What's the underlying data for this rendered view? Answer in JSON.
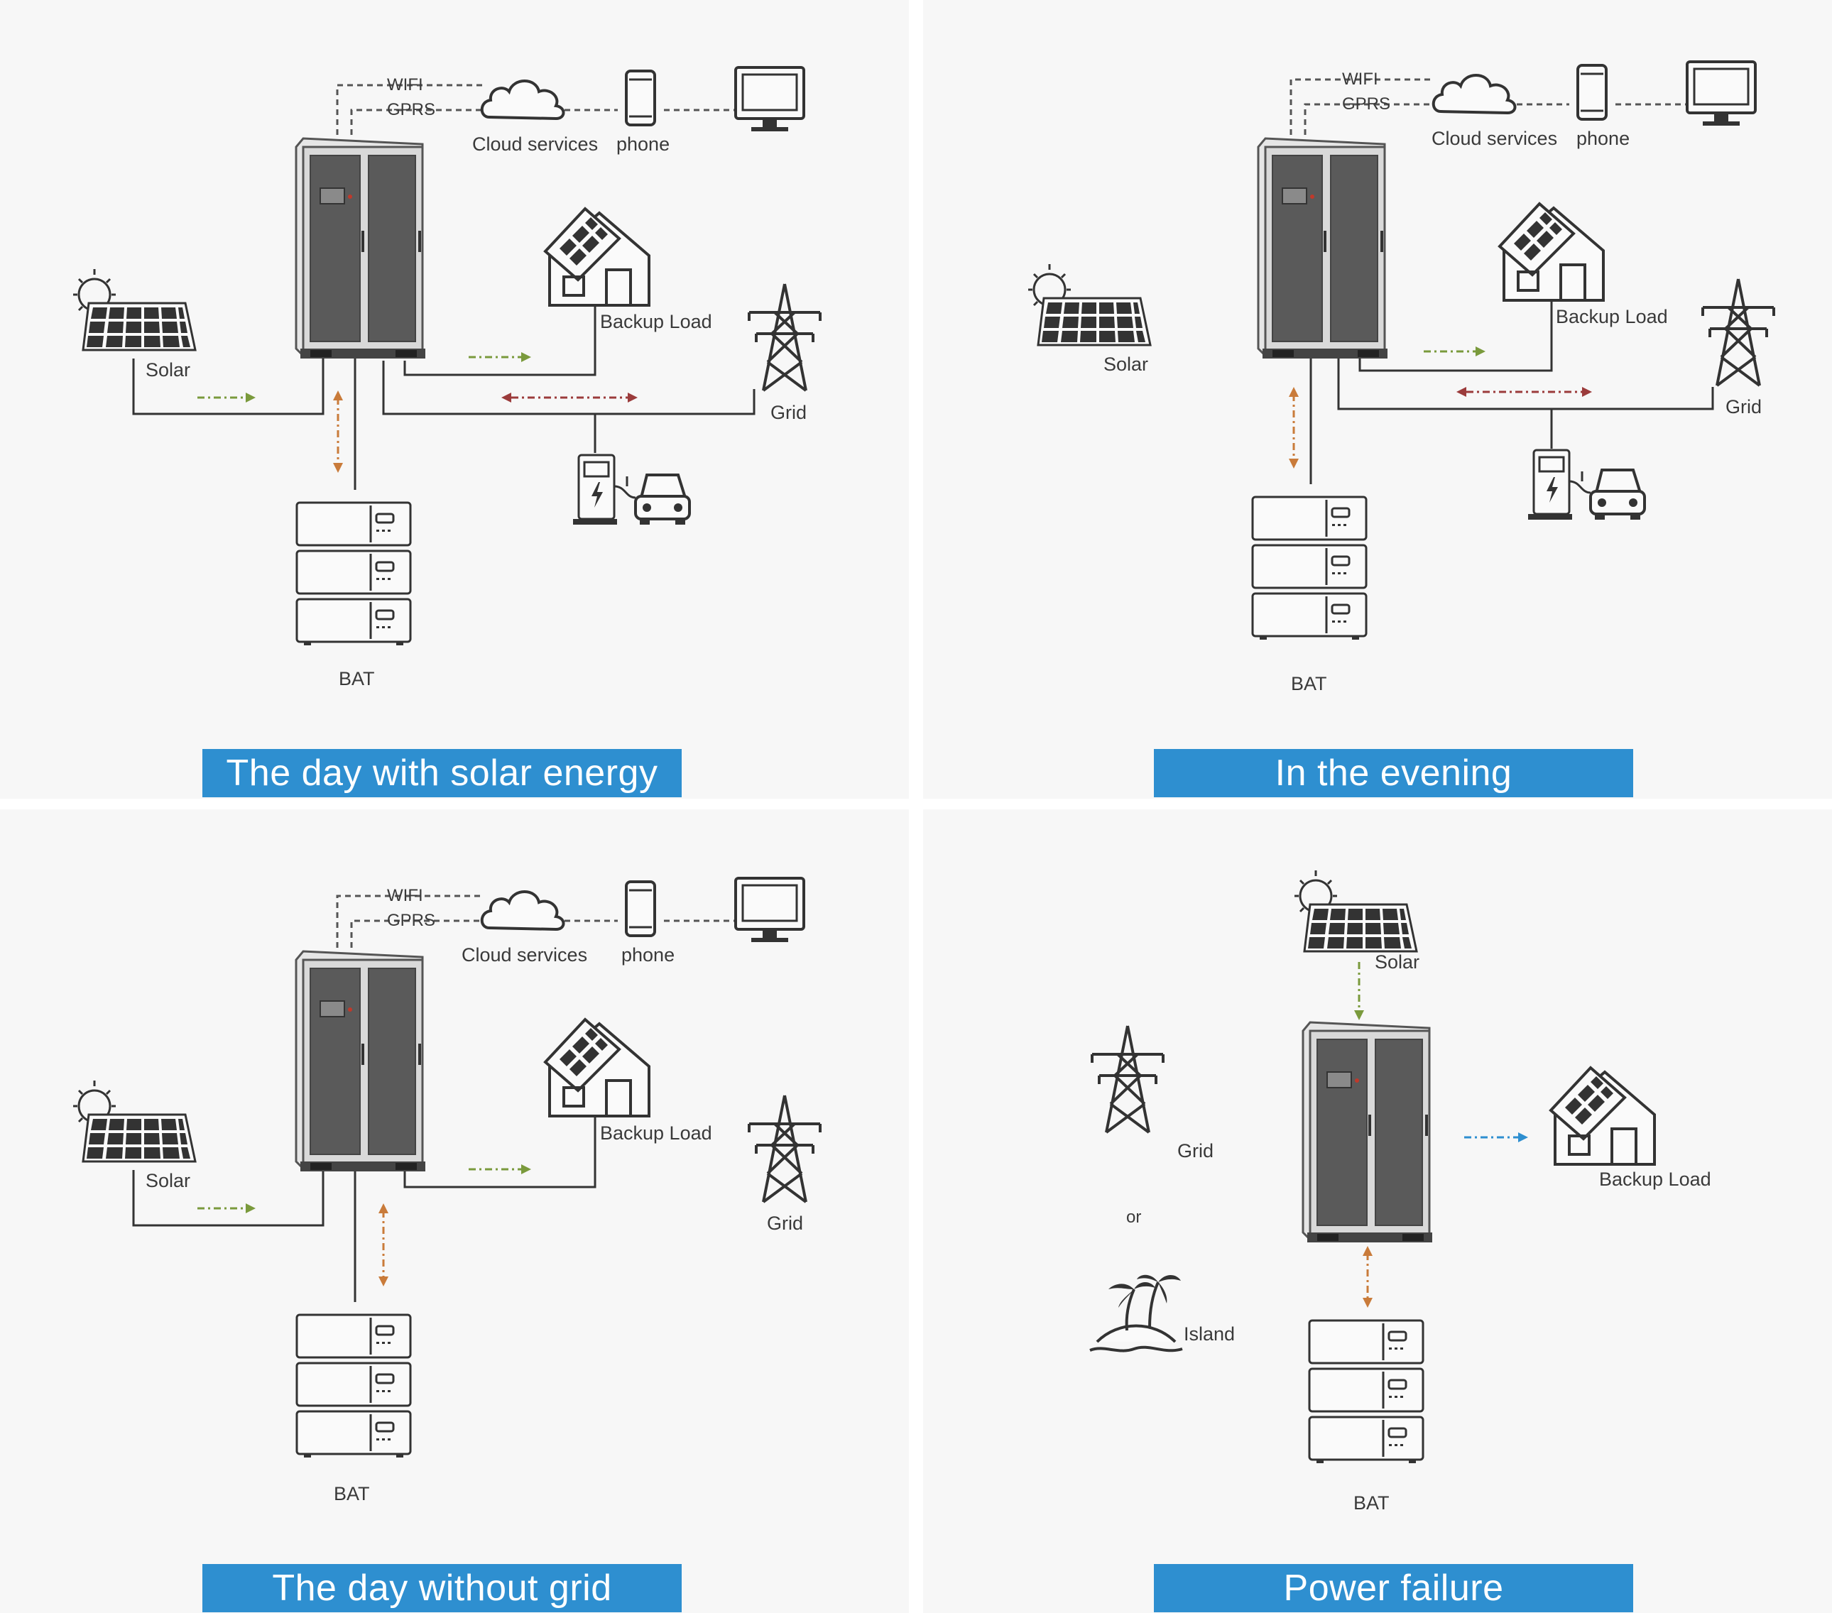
{
  "colors": {
    "banner": "#2e8fd0",
    "solar_flow": "#7a9a3c",
    "grid_flow": "#9b3b3b",
    "battery_flow": "#c97b3a",
    "load_flow": "#2e8fd0",
    "line": "#3a3a3a"
  },
  "panels": [
    {
      "title": "The day with solar energy",
      "labels": {
        "wifi": "WIFI",
        "gprs": "GPRS",
        "cloud": "Cloud services",
        "phone": "phone",
        "backup_load": "Backup Load",
        "solar": "Solar",
        "grid": "Grid",
        "bat": "BAT"
      }
    },
    {
      "title": "In the evening",
      "labels": {
        "wifi": "WIFI",
        "gprs": "GPRS",
        "cloud": "Cloud services",
        "phone": "phone",
        "backup_load": "Backup Load",
        "solar": "Solar",
        "grid": "Grid",
        "bat": "BAT"
      }
    },
    {
      "title": "The day without grid",
      "labels": {
        "wifi": "WIFI",
        "gprs": "GPRS",
        "cloud": "Cloud services",
        "phone": "phone",
        "backup_load": "Backup Load",
        "solar": "Solar",
        "grid": "Grid",
        "bat": "BAT"
      }
    },
    {
      "title": "Power failure",
      "labels": {
        "solar": "Solar",
        "grid": "Grid",
        "or": "or",
        "island": "Island",
        "backup_load": "Backup Load",
        "bat": "BAT"
      }
    }
  ]
}
